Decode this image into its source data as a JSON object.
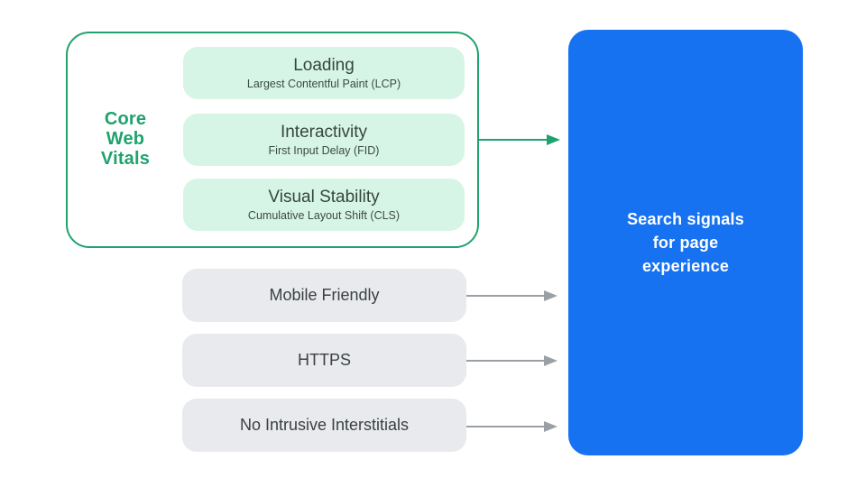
{
  "colors": {
    "accent_green": "#1FA26E",
    "mint_fill": "#D7F5E6",
    "gray_fill": "#E8EAED",
    "arrow_gray": "#9AA0A6",
    "blue_fill": "#1772F2",
    "pill_title_text": "#35463F",
    "gray_text": "#3C4043",
    "panel_text": "#FFFFFF"
  },
  "core_web_vitals": {
    "label": "Core\nWeb\nVitals",
    "items": [
      {
        "title": "Loading",
        "subtitle": "Largest Contentful Paint (LCP)"
      },
      {
        "title": "Interactivity",
        "subtitle": "First Input Delay (FID)"
      },
      {
        "title": "Visual Stability",
        "subtitle": "Cumulative Layout Shift (CLS)"
      }
    ]
  },
  "other_signals": [
    {
      "label": "Mobile Friendly"
    },
    {
      "label": "HTTPS"
    },
    {
      "label": "No Intrusive Interstitials"
    }
  ],
  "result_panel": {
    "text": "Search signals\nfor page\nexperience"
  }
}
